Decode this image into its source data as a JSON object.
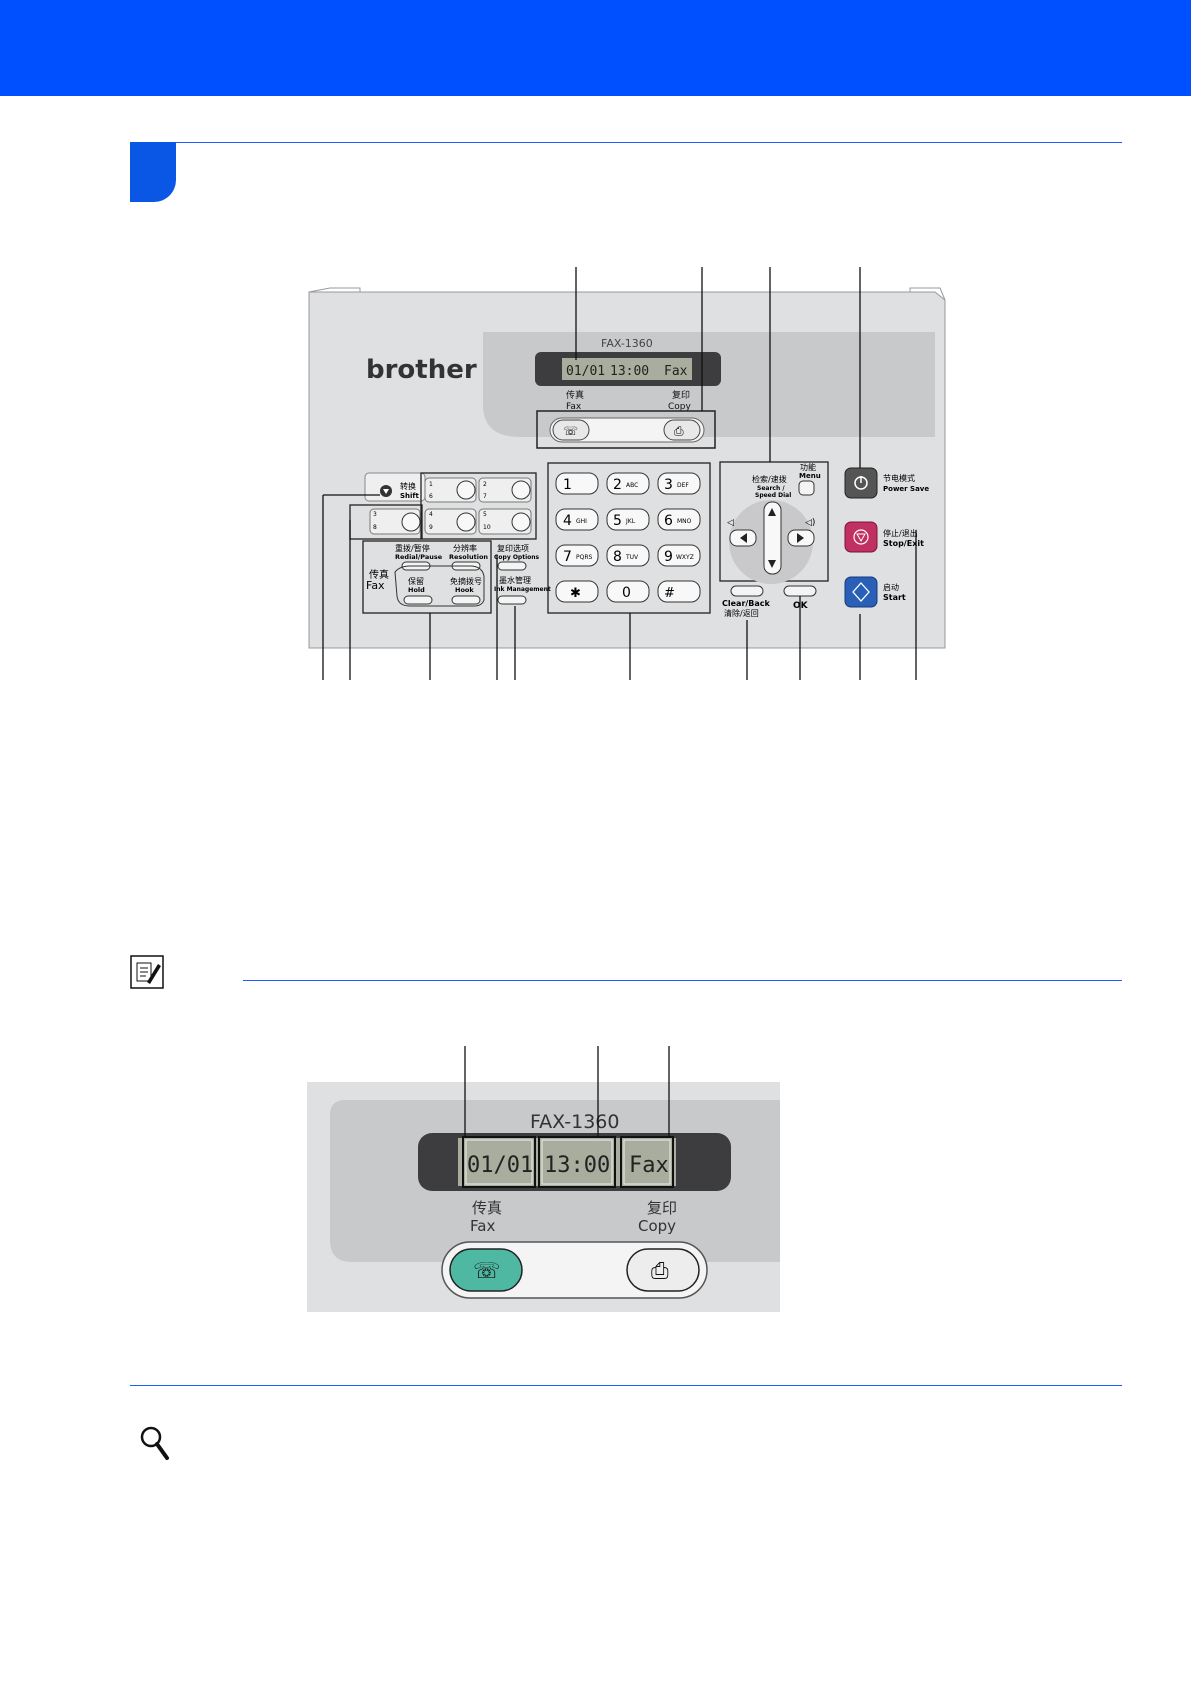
{
  "panel": {
    "model": "FAX-1360",
    "brand": "brother",
    "lcd": {
      "date": "01/01",
      "time": "13:00",
      "mode": "Fax"
    },
    "mode_fax": {
      "cn": "传真",
      "en": "Fax"
    },
    "mode_copy": {
      "cn": "复印",
      "en": "Copy"
    },
    "shift": {
      "cn": "转换",
      "en": "Shift"
    },
    "one_touch": {
      "top_row": [
        "1",
        "2"
      ],
      "top_row_alt": [
        "6",
        "7"
      ],
      "bottom_row": [
        "3",
        "4",
        "5"
      ],
      "bottom_row_alt": [
        "8",
        "9",
        "10"
      ]
    },
    "fax_group": {
      "cn": "传真",
      "en": "Fax"
    },
    "redial": {
      "cn": "重拨/暂停",
      "en": "Redial/Pause"
    },
    "resolution": {
      "cn": "分辨率",
      "en": "Resolution"
    },
    "hold": {
      "cn": "保留",
      "en": "Hold"
    },
    "hook": {
      "cn": "免摘拨号",
      "en": "Hook"
    },
    "copy_options": {
      "cn": "复印选项",
      "en": "Copy Options"
    },
    "ink_management": {
      "cn": "墨水管理",
      "en": "Ink Management"
    },
    "keypad": [
      {
        "d": "1",
        "l": ""
      },
      {
        "d": "2",
        "l": "ABC"
      },
      {
        "d": "3",
        "l": "DEF"
      },
      {
        "d": "4",
        "l": "GHI"
      },
      {
        "d": "5",
        "l": "JKL"
      },
      {
        "d": "6",
        "l": "MNO"
      },
      {
        "d": "7",
        "l": "PQRS"
      },
      {
        "d": "8",
        "l": "TUV"
      },
      {
        "d": "9",
        "l": "WXYZ"
      },
      {
        "d": "✱",
        "l": ""
      },
      {
        "d": "0",
        "l": ""
      },
      {
        "d": "#",
        "l": ""
      }
    ],
    "search": {
      "cn": "检索/速拨",
      "en1": "Search /",
      "en2": "Speed Dial"
    },
    "menu": {
      "cn": "功能",
      "en": "Menu"
    },
    "clear_back": {
      "en": "Clear/Back",
      "cn": "清除/返回"
    },
    "ok": "OK",
    "power_save": {
      "cn": "节电模式",
      "en": "Power Save"
    },
    "stop_exit": {
      "cn": "停止/退出",
      "en": "Stop/Exit"
    },
    "start": {
      "cn": "启动",
      "en": "Start"
    }
  },
  "zoom": {
    "model": "FAX-1360",
    "lcd": {
      "date": "01/01",
      "time": "13:00",
      "mode": "Fax"
    },
    "mode_fax": {
      "cn": "传真",
      "en": "Fax"
    },
    "mode_copy": {
      "cn": "复印",
      "en": "Copy"
    }
  },
  "colors": {
    "header": "#0050ff",
    "rule": "#1f5cff",
    "stop": "#c03060",
    "start": "#2a5fb8",
    "fax_active": "#4fb8a3"
  },
  "icons": [
    "note-icon",
    "magnifier-icon",
    "fax-machine-icon",
    "copier-icon",
    "power-icon",
    "stop-icon",
    "start-icon",
    "volume-low-icon",
    "volume-high-icon",
    "shift-arrow-icon"
  ]
}
